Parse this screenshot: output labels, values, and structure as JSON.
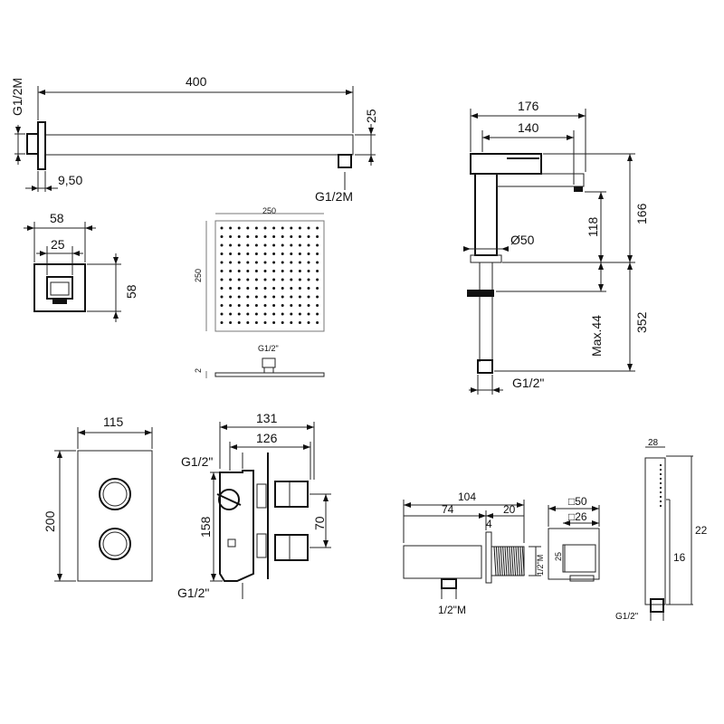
{
  "shower_arm": {
    "length": "400",
    "height": "25",
    "thread_left": "G1/2M",
    "thread_right": "G1/2M",
    "offset": "9,50"
  },
  "wall_flange": {
    "outer": "58",
    "inner": "25",
    "height": "58"
  },
  "shower_head": {
    "width": "250",
    "height": "250",
    "thickness": "2",
    "thread": "G1/2\""
  },
  "basin_mixer": {
    "reach": "176",
    "spout": "140",
    "height_total": "166",
    "height_spout": "118",
    "diameter": "Ø50",
    "max_thickness": "Max.44",
    "hose_length": "352",
    "thread": "G1/2\""
  },
  "thermostat_plate": {
    "width": "115",
    "height": "200"
  },
  "valve_body": {
    "depth_total": "131",
    "depth": "126",
    "height": "158",
    "spacing": "70",
    "thread_top": "G1/2\"",
    "thread_bottom": "G1/2\""
  },
  "wall_outlet": {
    "length": "104",
    "part_a": "74",
    "part_b": "20",
    "gap": "4",
    "thread_side": "1/2\"M",
    "thread_bottom": "1/2\"M",
    "plate": "□50",
    "plate_inner": "□26",
    "inner_height": "25"
  },
  "hand_shower": {
    "width": "28",
    "length": "22",
    "inner": "16",
    "thread": "G1/2\""
  }
}
